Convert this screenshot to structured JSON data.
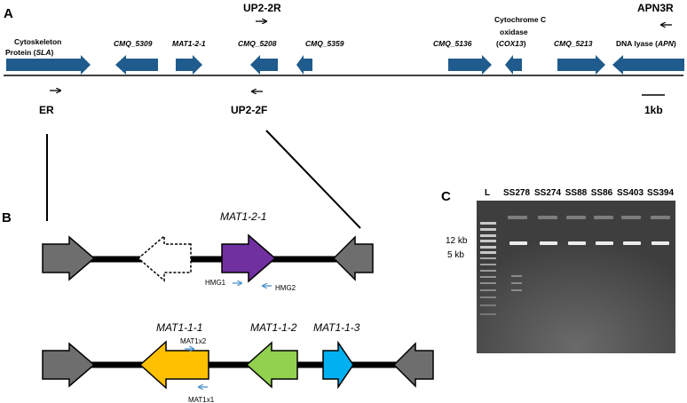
{
  "colors": {
    "gene_blue": "#1f5b8c",
    "grey_arrow": "#6e6e6e",
    "purple": "#7030a0",
    "yellow": "#ffc000",
    "green": "#92d050",
    "cyan": "#00b0f0",
    "primer_blue": "#4a90c8",
    "gel_bg": "#4a4a4a"
  },
  "panel_a": {
    "label": "A",
    "primers": {
      "up2_2r": "UP2-2R",
      "apn3r": "APN3R",
      "er": "ER",
      "up2_2f": "UP2-2F"
    },
    "genes": {
      "sla_line1": "Cytoskeleton",
      "sla_line2_prefix": "Protein  (",
      "sla_line2_italic": "SLA",
      "sla_line2_suffix": ")",
      "cmq5309": "CMQ_5309",
      "mat121": "MAT1-2-1",
      "cmq5208": "CMQ_5208",
      "cmq5359": "CMQ_5359",
      "cmq5136": "CMQ_5136",
      "cox_line1": "Cytochrome C",
      "cox_line2": "oxidase",
      "cox_line3_prefix": "(",
      "cox_line3_italic": "COX13",
      "cox_line3_suffix": ")",
      "cmq5213": "CMQ_5213",
      "apn_prefix": "DNA lyase (",
      "apn_italic": "APN",
      "apn_suffix": ")"
    },
    "scale_bar": "1kb"
  },
  "panel_b": {
    "label": "B",
    "mat121": "MAT1-2-1",
    "hmg1": "HMG1",
    "hmg2": "HMG2",
    "mat111": "MAT1-1-1",
    "mat112": "MAT1-1-2",
    "mat113": "MAT1-1-3",
    "mat1x2": "MAT1x2",
    "mat1x1": "MAT1x1"
  },
  "panel_c": {
    "label": "C",
    "lanes": [
      "L",
      "SS278",
      "SS274",
      "SS88",
      "SS86",
      "SS403",
      "SS394"
    ],
    "size_12kb": "12 kb",
    "size_5kb": "5 kb"
  }
}
